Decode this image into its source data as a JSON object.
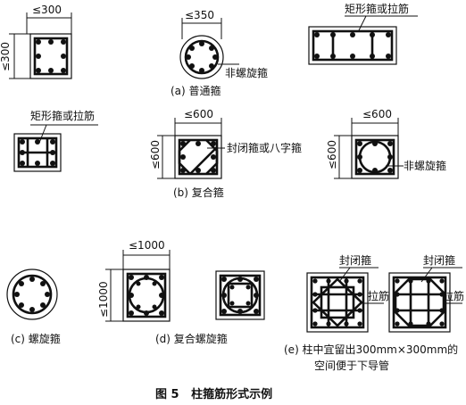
{
  "labels": {
    "dim_300": "≤300",
    "dim_350": "≤350",
    "dim_600": "≤600",
    "dim_1000": "≤1000",
    "rect_hoop_or_tie": "矩形箍或拉筋",
    "non_spiral": "非螺旋箍",
    "closed_or_figure8": "封闭箍或八字箍",
    "closed_hoop": "封闭箍",
    "tie_bar": "拉筋"
  },
  "captions": {
    "a": "(a) 普通箍",
    "b": "(b) 复合箍",
    "c": "(c) 螺旋箍",
    "d": "(d) 复合螺旋箍",
    "e_line1": "(e) 柱中宜留出300mm×300mm的",
    "e_line2": "空间便于下导管"
  },
  "figure_title": "图 5   柱箍筋形式示例"
}
